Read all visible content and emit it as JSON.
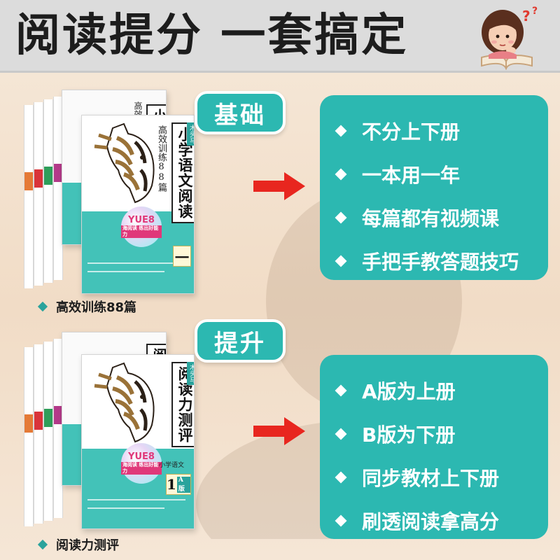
{
  "header": {
    "title": "阅读提分 一套搞定"
  },
  "sections": [
    {
      "tag": "基础",
      "caption": "高效训练88篇",
      "features": [
        "不分上下册",
        "一本用一年",
        "每篇都有视频课",
        "手把手教答题技巧"
      ],
      "book": {
        "title": "小学语文阅读",
        "subtitle": "高效训练88篇",
        "back_title": "小",
        "back_sub": "高效",
        "brand": "木头马",
        "badge_main": "YUE8",
        "badge_sub": "海阅读 练出好能力",
        "grade": "一"
      }
    },
    {
      "tag": "提升",
      "caption": "阅读力测评",
      "features": [
        "A版为上册",
        "B版为下册",
        "同步教材上下册",
        "刷透阅读拿高分"
      ],
      "book": {
        "title": "阅读力测评",
        "subtitle": "小学语文",
        "back_title": "阅",
        "brand": "木头马",
        "badge_main": "YUE8",
        "badge_sub": "海阅读 练出好能力",
        "grade": "1",
        "grade_suffix": "A版"
      }
    }
  ],
  "colors": {
    "teal": "#2cb8b1",
    "arrow_red": "#e8261f",
    "header_bg": "#dcdcdc"
  },
  "icons": [
    "thinking-girl-icon",
    "red-arrow-icon",
    "diamond-bullet-icon",
    "zebra-illustration"
  ]
}
